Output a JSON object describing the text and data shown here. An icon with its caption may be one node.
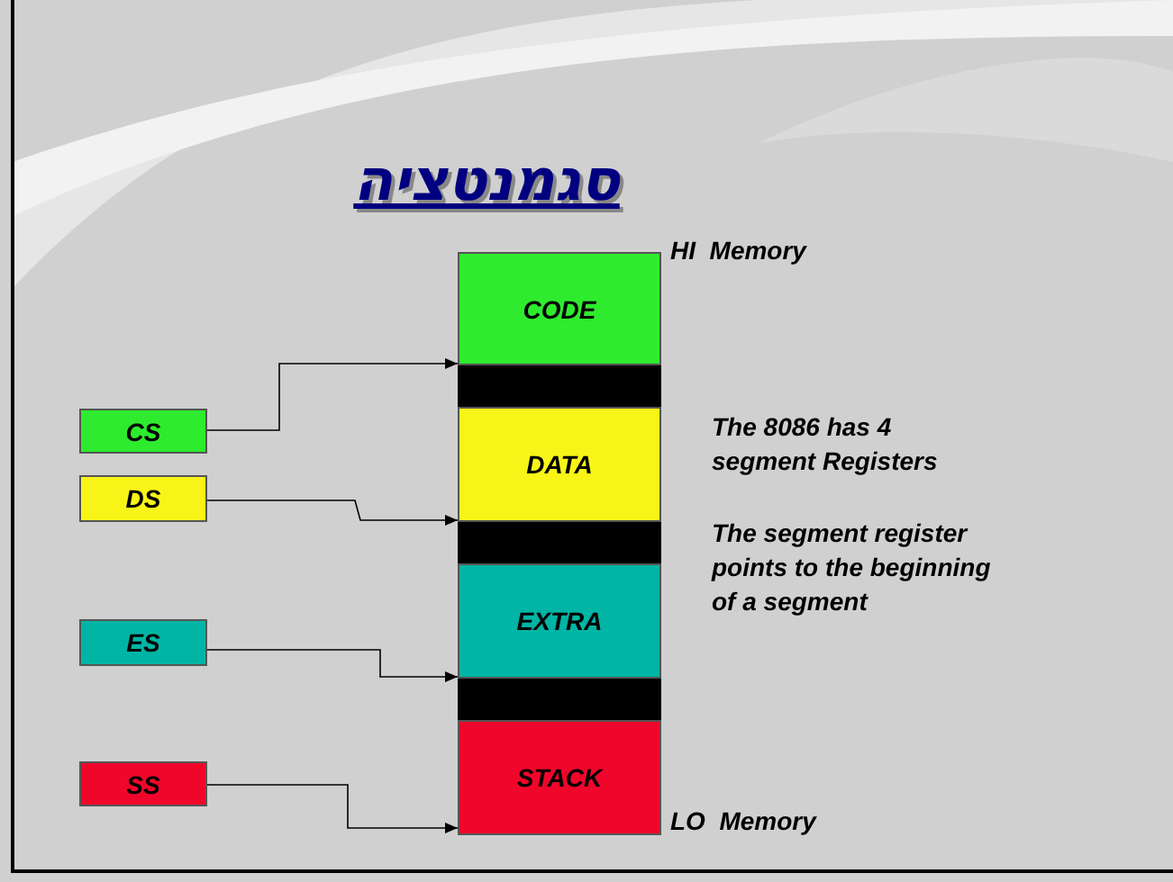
{
  "diagram": {
    "title": "סגמנטציה",
    "nodes": [
      {
        "text": [
          "CODE"
        ],
        "beside": [
          "HI  Memory"
        ]
      },
      {
        "text": [],
        "shape": "bar"
      },
      {
        "text": [
          "DATA"
        ]
      },
      {
        "text": [],
        "shape": "bar"
      },
      {
        "text": [
          "EXTRA"
        ]
      },
      {
        "text": [],
        "shape": "bar"
      },
      {
        "text": [
          "STACK"
        ],
        "beside": [
          "LO  Memory"
        ]
      },
      {
        "text": [
          "CS"
        ]
      },
      {
        "text": [
          "DS"
        ]
      },
      {
        "text": [
          "ES"
        ]
      },
      {
        "text": [
          "SS"
        ]
      }
    ],
    "edges": [
      {
        "from": 7,
        "to": 0,
        "arrow": "to"
      },
      {
        "from": 8,
        "to": 2,
        "arrow": "to"
      },
      {
        "from": 9,
        "to": 4,
        "arrow": "to"
      },
      {
        "from": 10,
        "to": 6,
        "arrow": "to"
      }
    ],
    "labels": [
      "The 8086 has 4 segment Registers",
      "The segment register points to the beginning of a segment"
    ]
  }
}
